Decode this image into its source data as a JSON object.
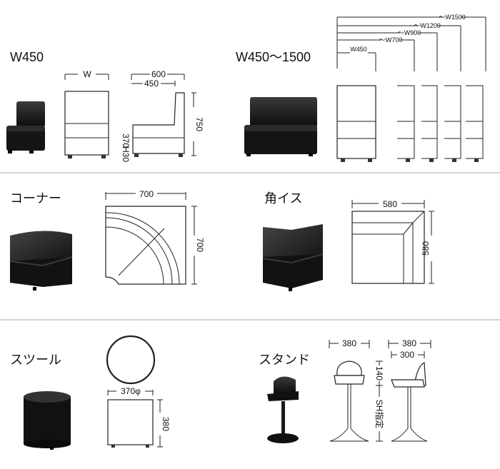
{
  "sections": {
    "w450": {
      "label": "W450",
      "dim_w": "W",
      "dim_600": "600",
      "dim_450": "450",
      "dim_750": "750",
      "dim_370": "370",
      "dim_h30": "H30"
    },
    "w450_1500": {
      "label": "W450～1500",
      "dim_w1500": "～W1500",
      "dim_w1200": "～W1200",
      "dim_w900": "～W900",
      "dim_w700": "～W700",
      "dim_w450": "W450"
    },
    "corner": {
      "label": "コーナー",
      "dim_w": "700",
      "dim_d": "700"
    },
    "kaku": {
      "label": "角イス",
      "dim_w": "580",
      "dim_d": "580"
    },
    "stool": {
      "label": "スツール",
      "dim_dia": "370φ",
      "dim_h": "380"
    },
    "stand": {
      "label": "スタンド",
      "dim_380a": "380",
      "dim_380b": "380",
      "dim_300": "300",
      "dim_140": "140",
      "dim_sh": "SH指定"
    }
  },
  "colors": {
    "upholstery": "#1b1b1b",
    "line": "#222222",
    "separator": "#aaaaaa"
  }
}
